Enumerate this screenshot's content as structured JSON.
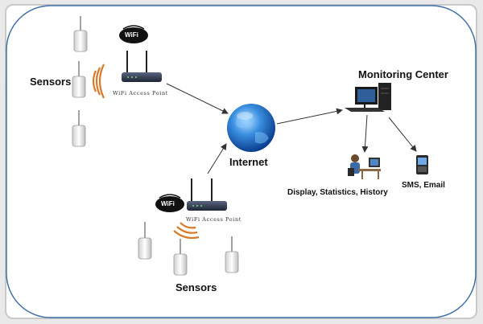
{
  "labels": {
    "sensors_top": "Sensors",
    "sensors_bottom": "Sensors",
    "internet": "Internet",
    "monitoring_center": "Monitoring Center",
    "display": "Display, Statistics, History",
    "sms": "SMS, Email",
    "ap_top": "WiFi Access Point",
    "ap_bottom": "WiFi Access Point",
    "wifi_logo": "WiFi"
  },
  "colors": {
    "frame_accent": "#3f6fa8",
    "signal": "#d97a2a",
    "globe": "#2a6fc7"
  }
}
